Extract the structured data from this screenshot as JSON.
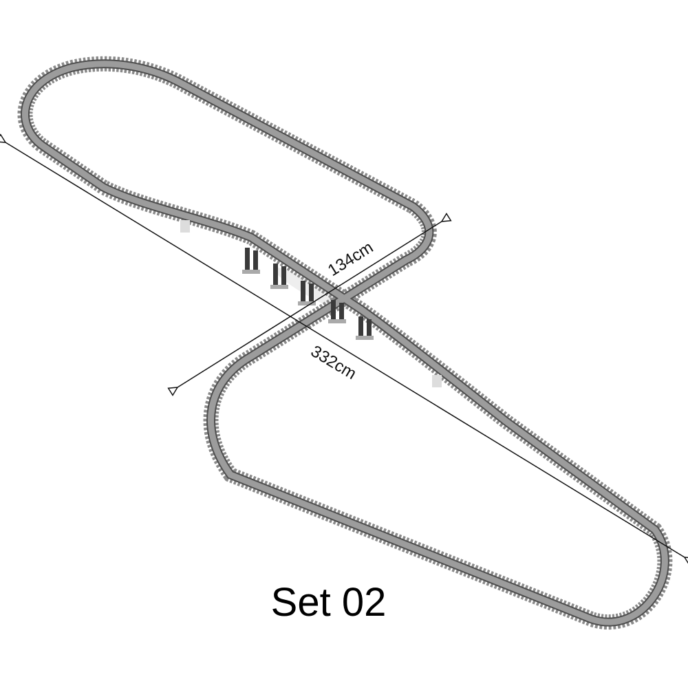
{
  "title": "Set 02",
  "dimensions": {
    "width_label": "134cm",
    "length_label": "332cm"
  },
  "colors": {
    "track": "#7a7a7a",
    "rail": "#4e4e4e",
    "pillar": "#3a3a3a",
    "dimension_line": "#111111"
  },
  "layout": {
    "type": "figure-eight track with bridge",
    "pillar_count": 5
  }
}
